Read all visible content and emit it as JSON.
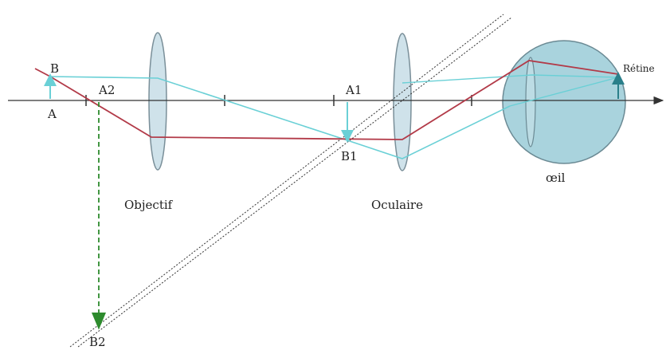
{
  "labels": {
    "B": "B",
    "A": "A",
    "A2": "A2",
    "A1": "A1",
    "B1": "B1",
    "B2": "B2",
    "objectif": "Objectif",
    "oculaire": "Oculaire",
    "oeil": "œil",
    "retine": "Rétine"
  },
  "colors": {
    "axis": "#333333",
    "lens_fill": "#c7dde6",
    "lens_stroke": "#7a8f99",
    "eye_fill": "#a9d3dd",
    "ray_red": "#b23a48",
    "ray_cyan": "#6ad0d6",
    "image_green": "#2e8b2e",
    "dotted": "#333333"
  }
}
